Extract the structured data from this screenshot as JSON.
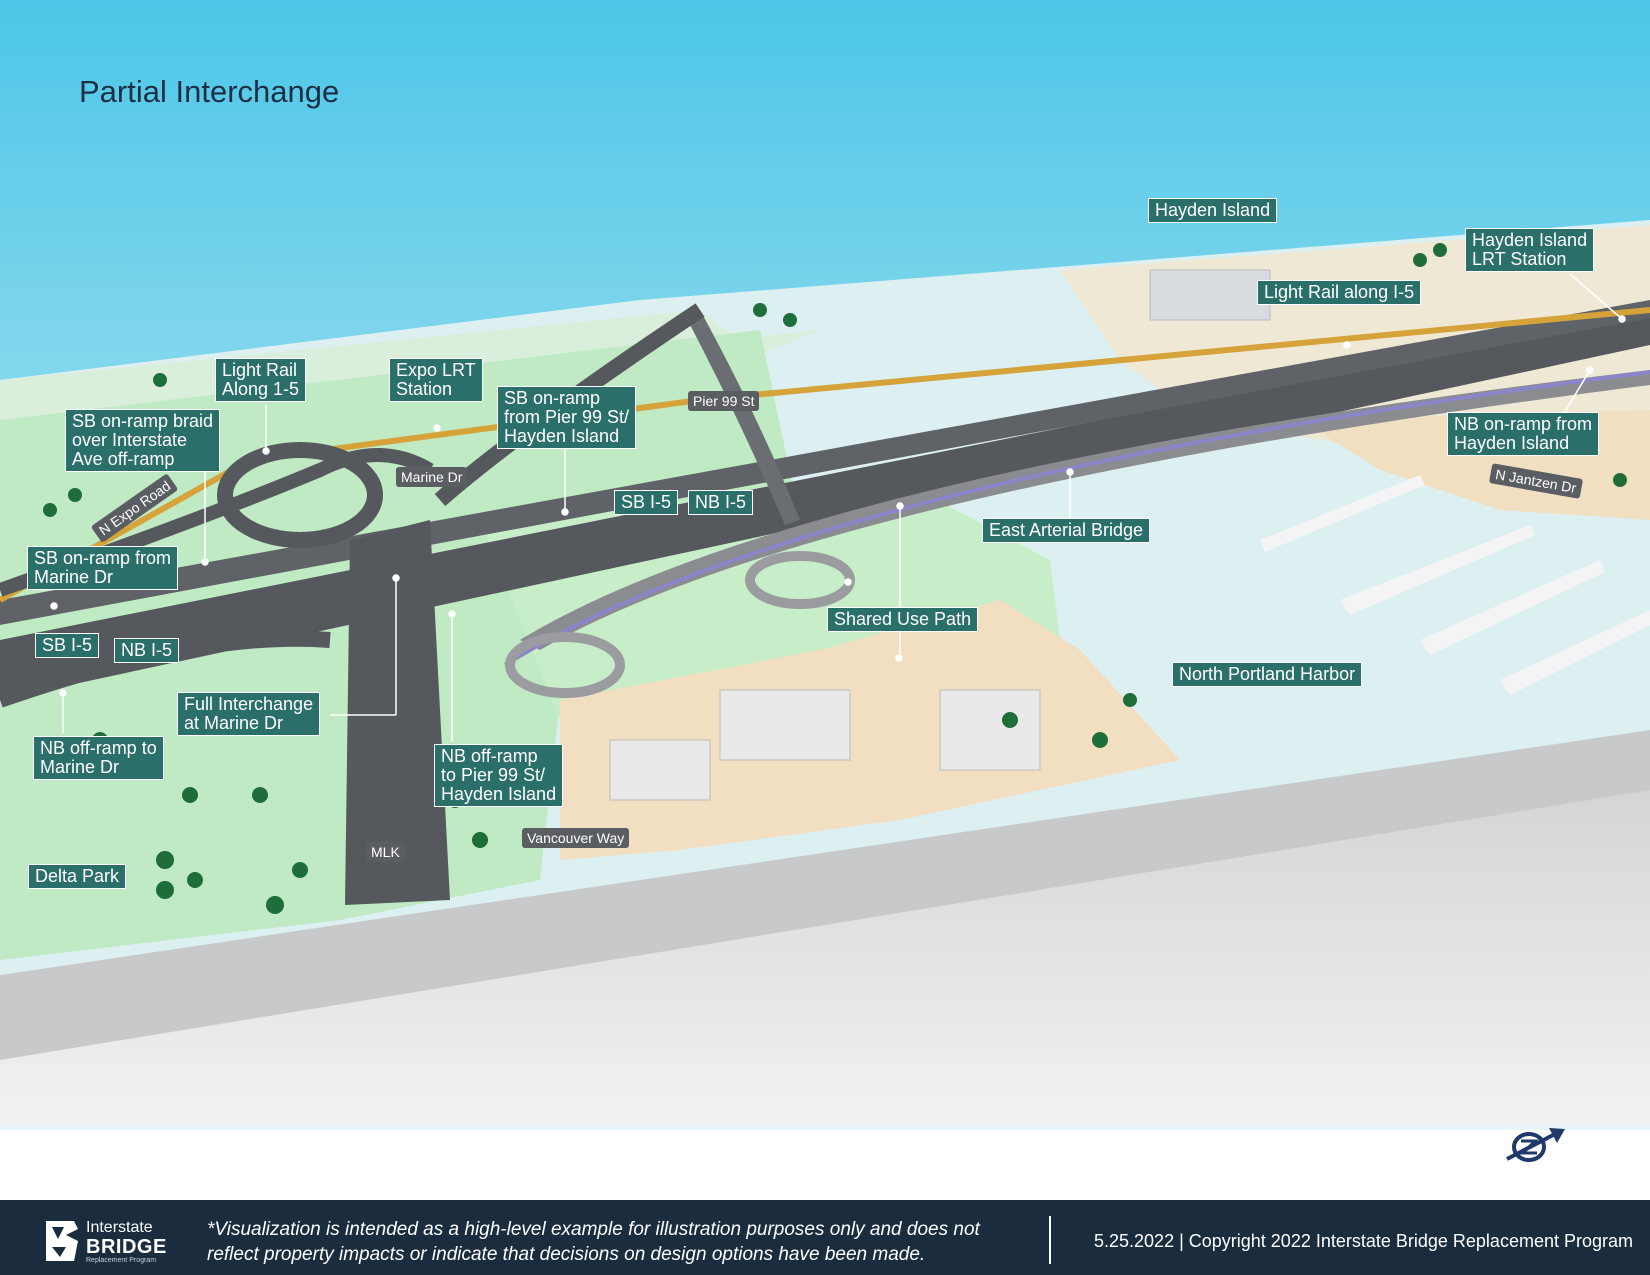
{
  "title": "Partial Interchange",
  "labels": {
    "hayden_island": "Hayden Island",
    "hayden_island_lrt_station": "Hayden Island\nLRT Station",
    "light_rail_along_i5": "Light Rail along I-5",
    "light_rail_along_15": "Light Rail\nAlong 1-5",
    "expo_lrt_station": "Expo LRT\nStation",
    "sb_onramp_pier99": "SB on-ramp\nfrom Pier 99 St/\nHayden Island",
    "sb_onramp_braid": "SB on-ramp braid\nover Interstate\nAve off-ramp",
    "sb_onramp_marine": "SB on-ramp from\nMarine Dr",
    "sb_i5_upper": "SB I-5",
    "nb_i5_upper": "NB I-5",
    "sb_i5_lower": "SB I-5",
    "nb_i5_lower": "NB I-5",
    "nb_onramp_hayden": "NB on-ramp from\nHayden Island",
    "east_arterial_bridge": "East Arterial Bridge",
    "shared_use_path": "Shared Use Path",
    "north_portland_harbor": "North Portland Harbor",
    "full_interchange": "Full Interchange\nat Marine Dr",
    "nb_offramp_marine": "NB off-ramp to\nMarine Dr",
    "nb_offramp_pier99": "NB off-ramp\nto Pier 99 St/\nHayden Island",
    "delta_park": "Delta Park"
  },
  "roads": {
    "pier_99_st": "Pier 99 St",
    "marine_dr": "Marine Dr",
    "n_expo_road": "N Expo Road",
    "n_jantzen_dr": "N Jantzen Dr",
    "vancouver_way": "Vancouver Way",
    "mlk": "MLK"
  },
  "footer": {
    "logo_line1": "Interstate",
    "logo_line2": "BRIDGE",
    "logo_line3": "Replacement Program",
    "disclaimer": "*Visualization is intended as a high-level example for illustration purposes only and does not reflect property impacts or indicate that decisions on design options have been made.",
    "copyright": "5.25.2022 | Copyright 2022 Interstate Bridge Replacement Program"
  },
  "colors": {
    "sky_top": "#4cc6e8",
    "land_green": "#c5ecc6",
    "water": "#dff0f3",
    "highway": "#55585c",
    "light_rail": "#d6a33a",
    "shared_path": "#8b86c9",
    "callout_bg": "#2b6f6a",
    "footer_bg": "#1b2c3f"
  },
  "icons": {
    "compass": "north-arrow-icon"
  }
}
